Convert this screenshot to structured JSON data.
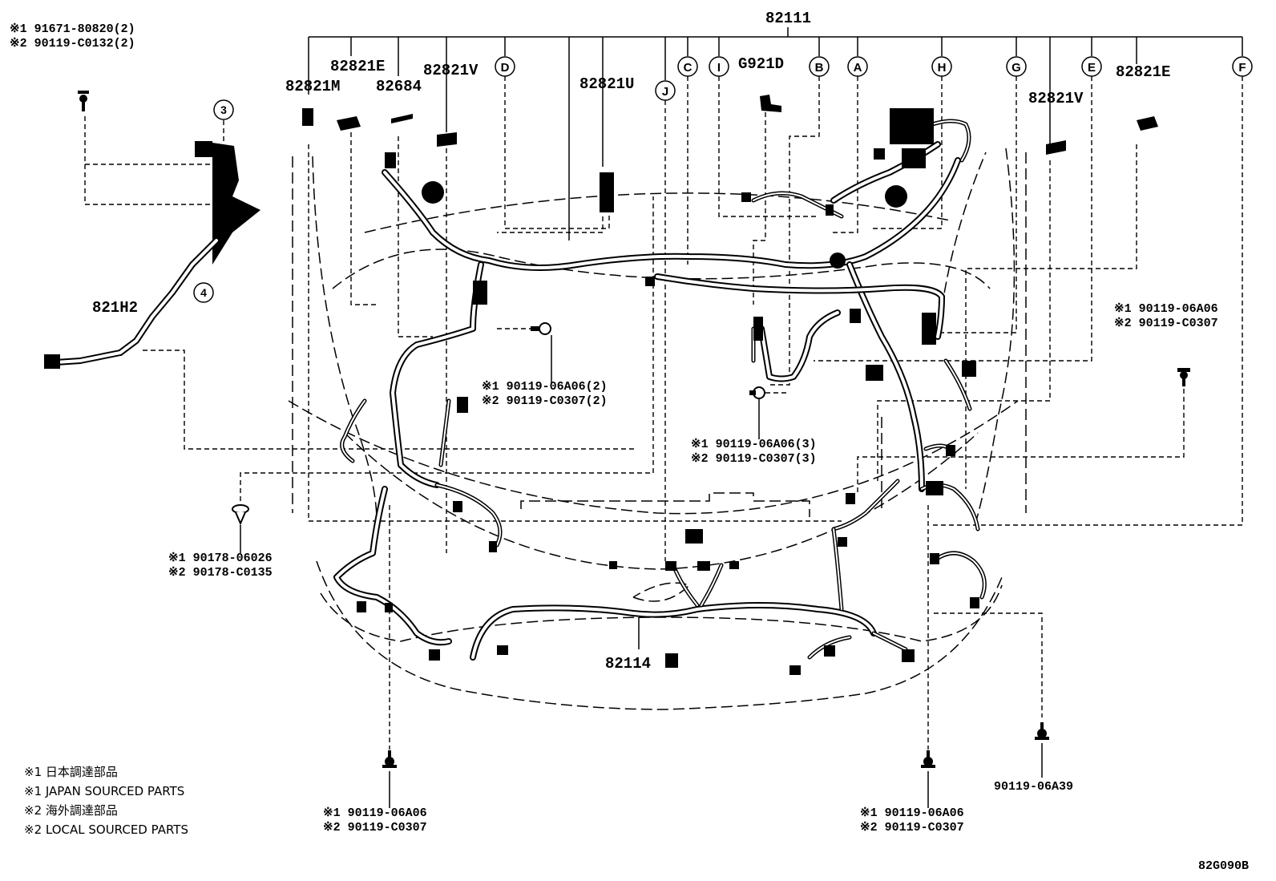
{
  "main_part_number": "82111",
  "part_labels": {
    "p82821M": "82821M",
    "p82821E_left": "82821E",
    "p82684": "82684",
    "p82821V_left": "82821V",
    "p82821U": "82821U",
    "pG921D": "G921D",
    "p82821V_right": "82821V",
    "p82821E_right": "82821E",
    "p821H2": "821H2",
    "p82114": "82114"
  },
  "callout_letters": [
    "D",
    "J",
    "C",
    "I",
    "B",
    "A",
    "H",
    "G",
    "E",
    "F"
  ],
  "callout_numbers": [
    "3",
    "4"
  ],
  "fastener_labels": {
    "top_left_1": "※1 91671-80820(2)",
    "top_left_2": "※2 90119-C0132(2)",
    "center_left_1": "※1 90119-06A06(2)",
    "center_left_2": "※2 90119-C0307(2)",
    "center_right_1": "※1 90119-06A06(3)",
    "center_right_2": "※2 90119-C0307(3)",
    "right_1": "※1 90119-06A06",
    "right_2": "※2 90119-C0307",
    "left_clip_1": "※1 90178-06026",
    "left_clip_2": "※2 90178-C0135",
    "bottom_left_1": "※1 90119-06A06",
    "bottom_left_2": "※2 90119-C0307",
    "bottom_right_1": "※1 90119-06A06",
    "bottom_right_2": "※2 90119-C0307",
    "bottom_far_right": "90119-06A39"
  },
  "legend": [
    "※1 日本調達部品",
    "※1 JAPAN SOURCED PARTS",
    "※2 海外調達部品",
    "※2 LOCAL SOURCED PARTS"
  ],
  "diagram_id": "82G090B"
}
